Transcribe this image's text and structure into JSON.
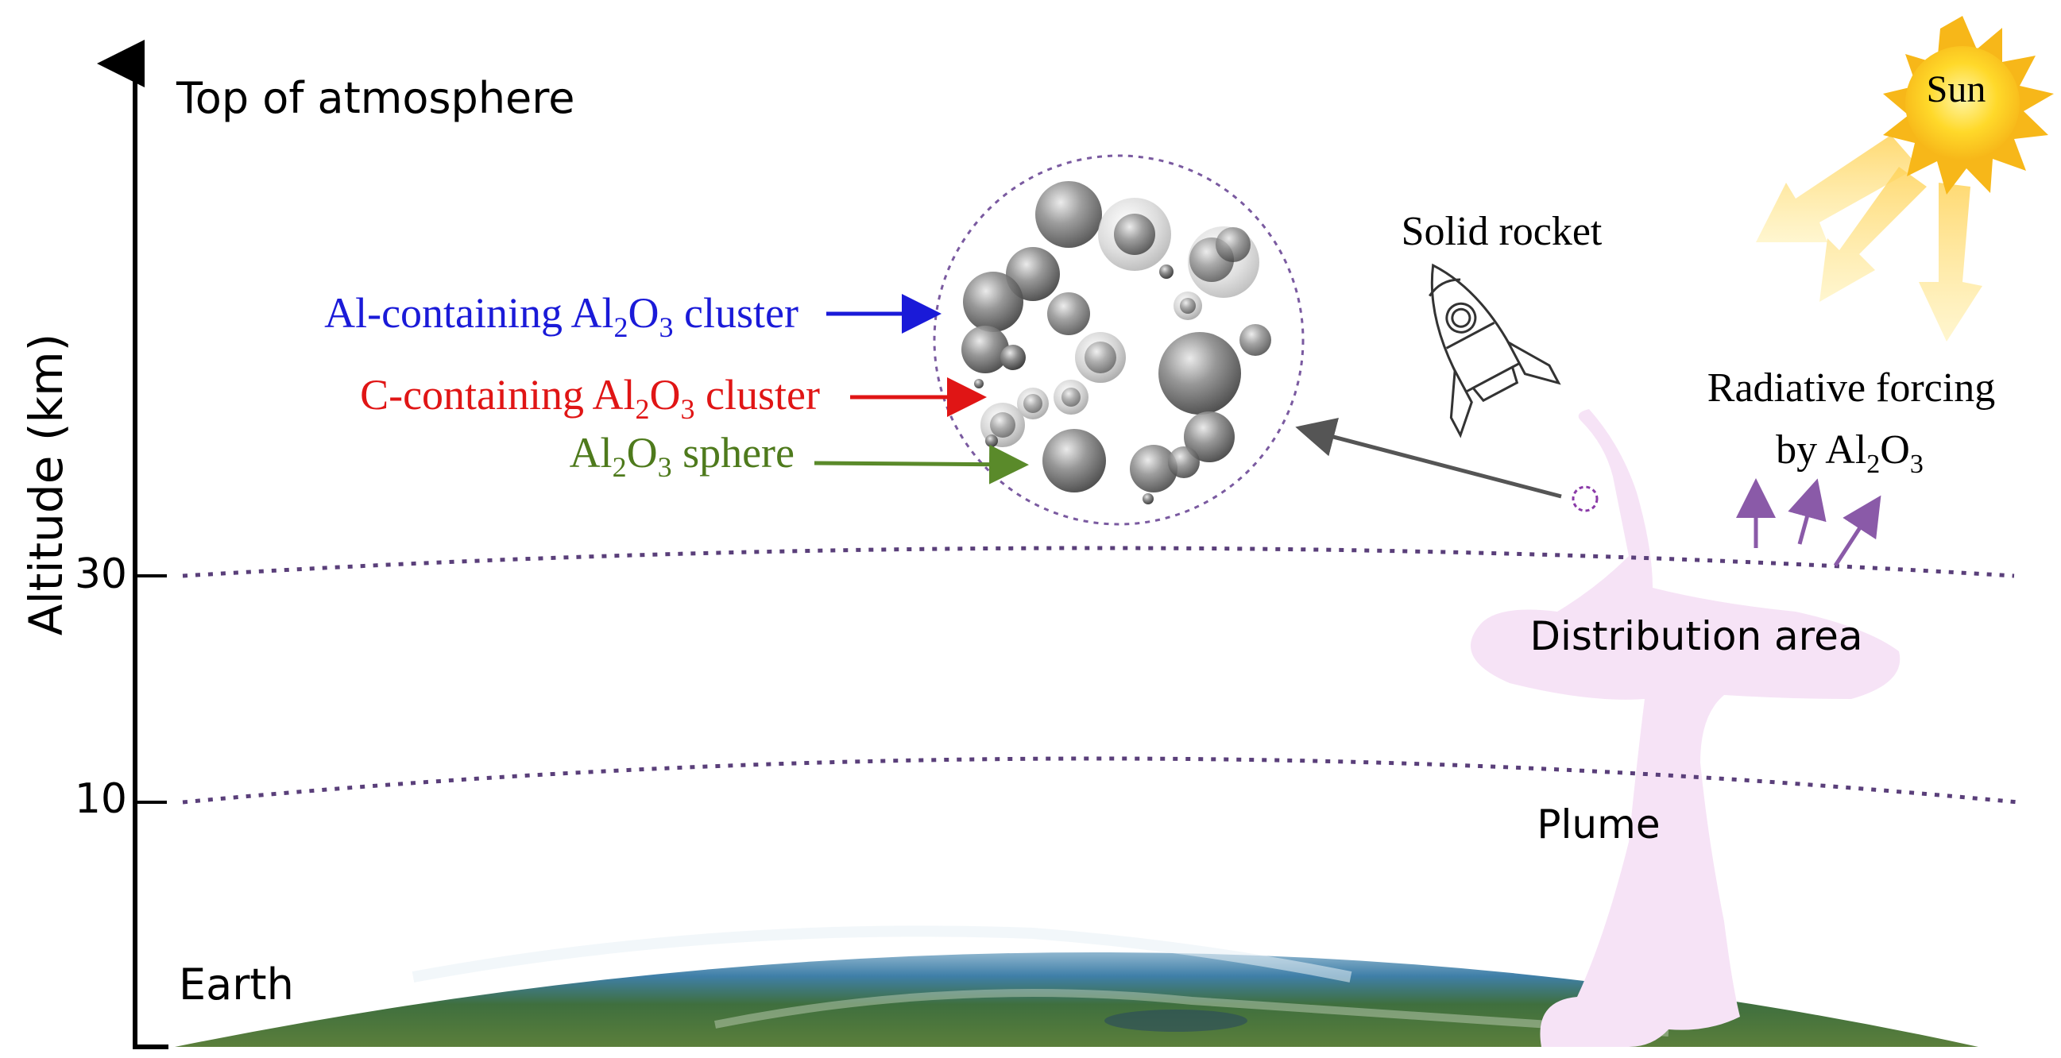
{
  "axis": {
    "top_label": "Top of atmosphere",
    "y_label": "Altitude (km)",
    "tick_30": "30",
    "tick_10": "10",
    "bottom_label": "Earth"
  },
  "legend": {
    "al_cluster": {
      "prefix": "Al-containing Al",
      "sub1": "2",
      "mid": "O",
      "sub2": "3",
      "suffix": " cluster",
      "color": "#1a1ad8"
    },
    "c_cluster": {
      "prefix": "C-containing Al",
      "sub1": "2",
      "mid": "O",
      "sub2": "3",
      "suffix": " cluster",
      "color": "#e01515"
    },
    "sphere": {
      "prefix": "Al",
      "sub1": "2",
      "mid": "O",
      "sub2": "3",
      "suffix": " sphere",
      "color": "#4e7a1c"
    }
  },
  "labels": {
    "rocket": "Solid rocket",
    "sun": "Sun",
    "forcing_line1": "Radiative forcing",
    "forcing_line2_prefix": "by Al",
    "forcing_sub1": "2",
    "forcing_mid": "O",
    "forcing_sub2": "3",
    "distribution": "Distribution area",
    "plume": "Plume"
  },
  "colors": {
    "boundary_line": "#5a3f7a",
    "plume": "#f6e3f6",
    "forcing_arrows": "#8a5aa8",
    "sun": "#ffd21f",
    "sun_rays": "#ffd76a"
  }
}
